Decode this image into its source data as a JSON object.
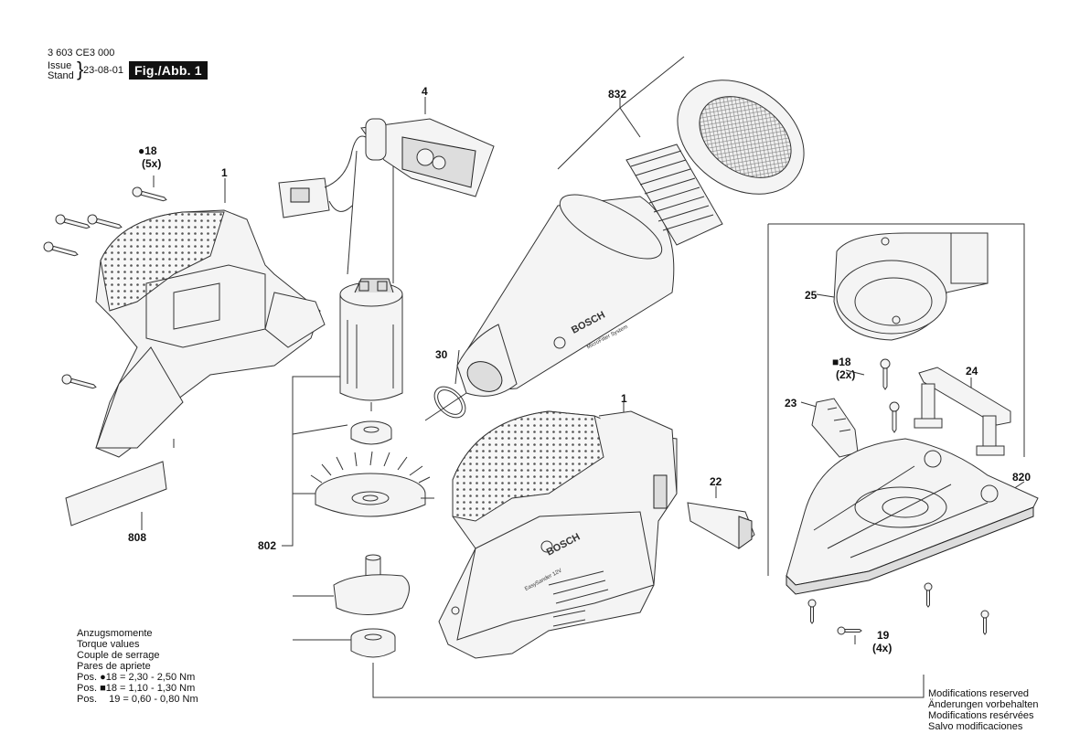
{
  "header": {
    "doc_number": "3 603 CE3 000",
    "issue_label": "Issue",
    "stand_label": "Stand",
    "date": "23-08-01",
    "figure": "Fig./Abb. 1"
  },
  "callouts": {
    "c4": "4",
    "c832": "832",
    "c18a_pos": "18",
    "c18a_qty": "(5x)",
    "c1a": "1",
    "c25": "25",
    "c30": "30",
    "c1b": "1",
    "c18b_pos": "18",
    "c18b_qty": "(2x)",
    "c24": "24",
    "c23": "23",
    "c22": "22",
    "c820": "820",
    "c808": "808",
    "c802": "802",
    "c19_pos": "19",
    "c19_qty": "(4x)"
  },
  "symbols": {
    "circle": "●",
    "square": "■"
  },
  "torque": {
    "lines": [
      "Anzugsmomente",
      "Torque values",
      "Couple de serrage",
      "Pares de apriete"
    ],
    "rows": [
      {
        "prefix": "Pos.",
        "symbol": "●",
        "value": "18 = 2,30 - 2,50 Nm"
      },
      {
        "prefix": "Pos.",
        "symbol": "■",
        "value": "18 = 1,10 - 1,30 Nm"
      },
      {
        "prefix": "Pos.",
        "symbol": "",
        "value": "19 = 0,60 - 0,80 Nm"
      }
    ]
  },
  "modifications": [
    "Modifications reserved",
    "Änderungen vorbehalten",
    "Modifications resérvées",
    "Salvo modificaciones"
  ],
  "brand": {
    "name": "BOSCH",
    "filter_text": "MicroFilter System",
    "model_text": "EasySander 12V"
  }
}
